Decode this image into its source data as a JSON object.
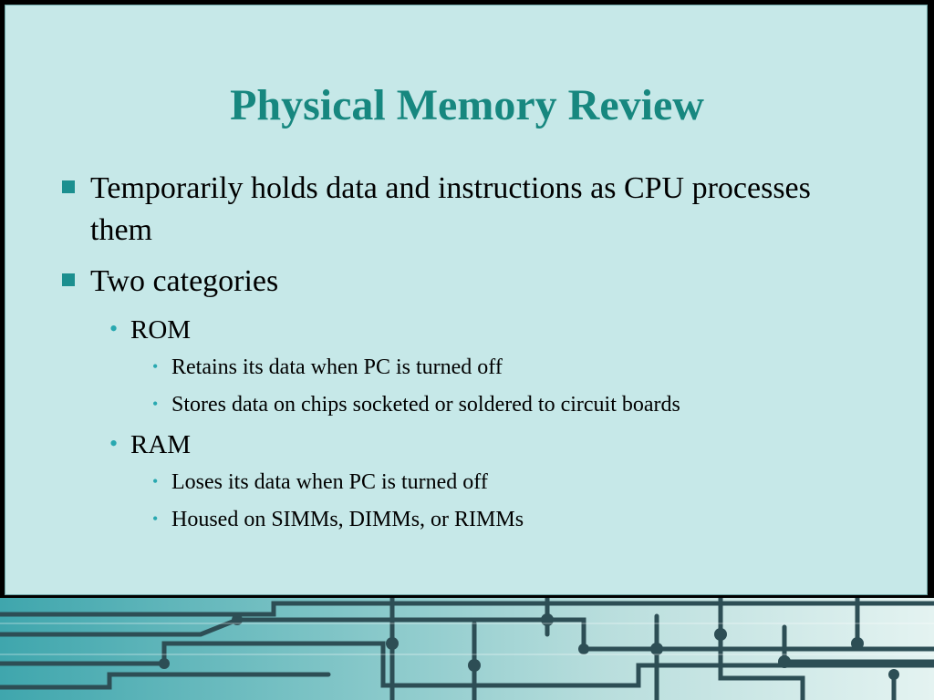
{
  "slide": {
    "title": "Physical Memory Review",
    "bullets": [
      {
        "text": "Temporarily holds data and instructions as CPU processes them"
      },
      {
        "text": "Two categories"
      }
    ],
    "categories": [
      {
        "label": "ROM",
        "points": [
          "Retains its data when PC is turned off",
          "Stores data on chips socketed or soldered to circuit boards"
        ]
      },
      {
        "label": "RAM",
        "points": [
          "Loses its data when PC is turned off",
          "Housed on SIMMs, DIMMs, or RIMMs"
        ]
      }
    ]
  },
  "theme": {
    "panel_color": "#c6e8e8",
    "title_color": "#17877f",
    "bullet_color": "#1b8f8f",
    "sub_bullet_color": "#28a8b0",
    "footer_art": "circuit-board-banner"
  }
}
